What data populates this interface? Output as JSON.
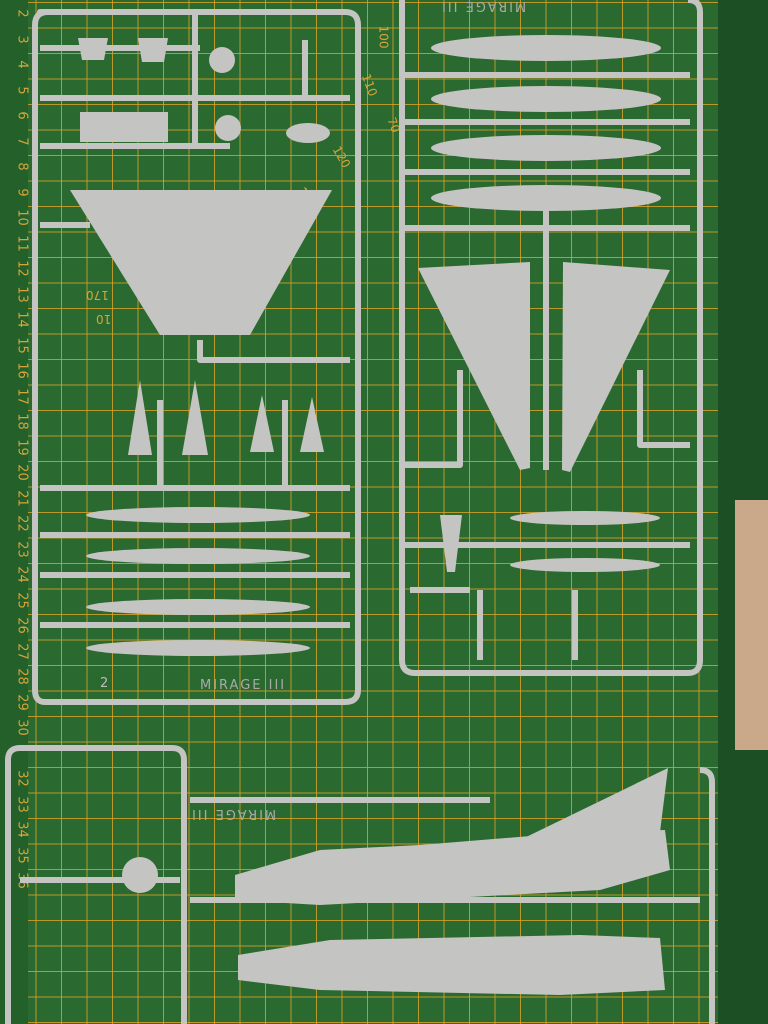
{
  "ruler_numbers": [
    2,
    3,
    4,
    5,
    6,
    7,
    8,
    9,
    10,
    11,
    12,
    13,
    14,
    15,
    16,
    17,
    18,
    19,
    20,
    21,
    22,
    23,
    24,
    25,
    26,
    27,
    28,
    29,
    30,
    32,
    33,
    34,
    35,
    36
  ],
  "protractor_numbers": [
    "100",
    "110",
    "70",
    "120",
    "130",
    "170",
    "10"
  ],
  "sprue_labels": {
    "sprue_number": "2",
    "name_bottom": "MIRAGE III",
    "name_top_right": "MIRAGE III",
    "name_lower": "MIRAGE III"
  },
  "colors": {
    "mat": "#2a6a30",
    "grid": "#d6a028",
    "plastic": "#c4c5c3"
  }
}
